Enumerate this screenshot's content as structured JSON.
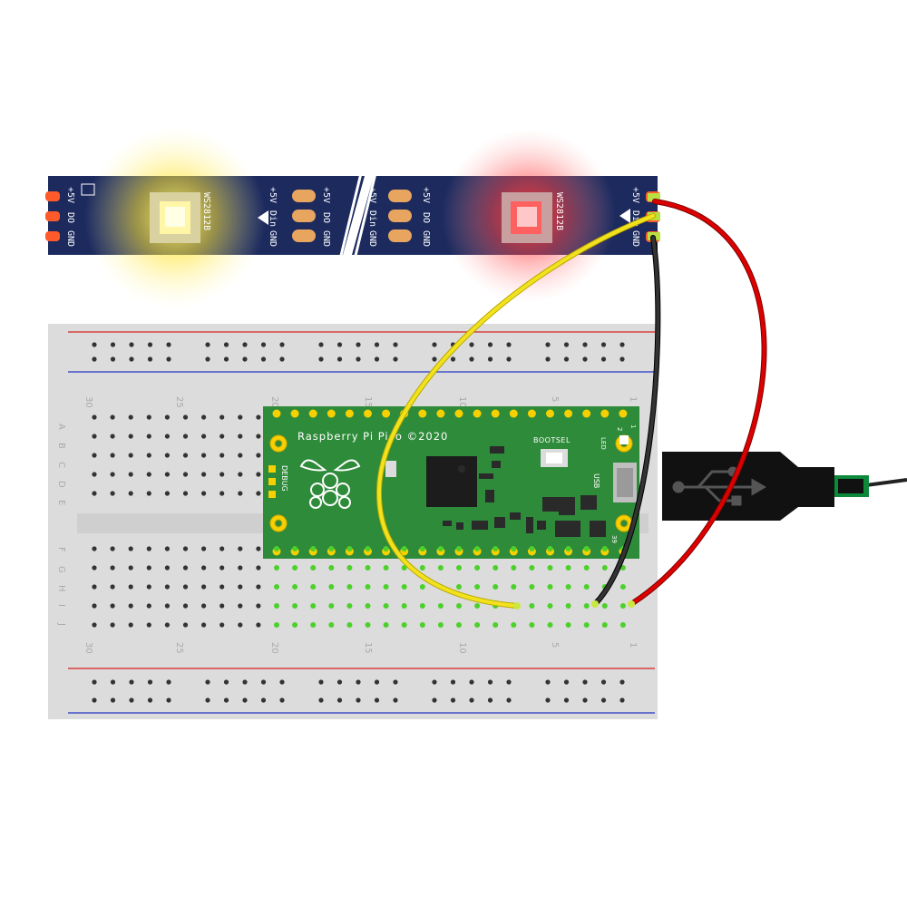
{
  "led_strip": {
    "left_pads": [
      "+5V",
      "DO",
      "GND"
    ],
    "right_pads": [
      "+5V",
      "Din",
      "GND"
    ],
    "chip_label": "WS2812B",
    "led_colors": {
      "left": "#ffe24a",
      "right": "#ff2a2a"
    },
    "strip_color": "#1c2a5e"
  },
  "breadboard": {
    "column_numbers": [
      "30",
      "25",
      "20",
      "15",
      "10",
      "5",
      "1"
    ],
    "row_letters_top": [
      "A",
      "B",
      "C",
      "D",
      "E"
    ],
    "row_letters_bottom": [
      "F",
      "G",
      "H",
      "I",
      "J"
    ]
  },
  "pico": {
    "title": "Raspberry Pi Pico ©2020",
    "bootsel_label": "BOOTSEL",
    "led_label": "LED",
    "usb_label": "USB",
    "debug_label": "DEBUG",
    "pin_numbers": {
      "top_right": "2",
      "top_far": "1",
      "bottom_right": "39"
    },
    "board_color": "#2e8b3a"
  },
  "wires": {
    "power": "#dd0000",
    "ground": "#222222",
    "data": "#f2e21e"
  }
}
